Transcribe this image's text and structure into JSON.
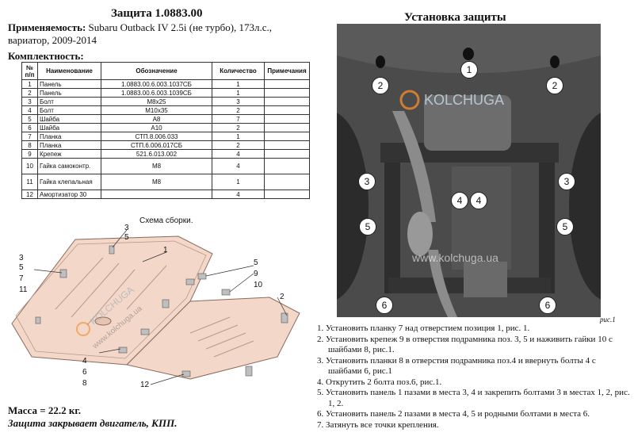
{
  "header": {
    "title": "Защита 1.0883.00",
    "applicability_label": "Применяемость:",
    "applicability_text": "Subaru Outback IV 2.5i (не турбо), 173л.с., вариатор, 2009-2014",
    "kit_label": "Комплектность:"
  },
  "parts_table": {
    "columns": [
      "№ п/п",
      "Наименование",
      "Обозначение",
      "Количество",
      "Примечания"
    ],
    "rows": [
      {
        "n": "1",
        "name": "Панель",
        "code": "1.0883.00.6.003.1037СБ",
        "qty": "1",
        "note": ""
      },
      {
        "n": "2",
        "name": "Панель",
        "code": "1.0883.00.6.003.1039СБ",
        "qty": "1",
        "note": ""
      },
      {
        "n": "3",
        "name": "Болт",
        "code": "М8х25",
        "qty": "3",
        "note": ""
      },
      {
        "n": "4",
        "name": "Болт",
        "code": "М10х35",
        "qty": "2",
        "note": ""
      },
      {
        "n": "5",
        "name": "Шайба",
        "code": "А8",
        "qty": "7",
        "note": ""
      },
      {
        "n": "6",
        "name": "Шайба",
        "code": "А10",
        "qty": "2",
        "note": ""
      },
      {
        "n": "7",
        "name": "Планка",
        "code": "СТП.8.006.033",
        "qty": "1",
        "note": ""
      },
      {
        "n": "8",
        "name": "Планка",
        "code": "СТП.6.006.017СБ",
        "qty": "2",
        "note": ""
      },
      {
        "n": "9",
        "name": "Крепеж",
        "code": "521.6.013.002",
        "qty": "4",
        "note": ""
      },
      {
        "n": "10",
        "name": "Гайка самоконтр.",
        "code": "М8",
        "qty": "4",
        "note": ""
      },
      {
        "n": "11",
        "name": "Гайка клепальная",
        "code": "М8",
        "qty": "1",
        "note": ""
      },
      {
        "n": "12",
        "name": "Амортизатор 30",
        "code": "",
        "qty": "4",
        "note": ""
      }
    ]
  },
  "assembly": {
    "caption": "Схема сборки.",
    "labels": {
      "l1": "1",
      "l2": "2",
      "l3a": "3",
      "l5a": "5",
      "left_group": [
        "3",
        "5",
        "7",
        "11"
      ],
      "right_group": [
        "5",
        "9",
        "10"
      ],
      "bottom_group": [
        "4",
        "6",
        "8"
      ],
      "l12": "12"
    },
    "watermark_site": "www.kolchuga.ua",
    "watermark_brand": "KOLCHUGA"
  },
  "footer": {
    "mass": "Масса = 22.2 кг.",
    "protects": "Защита закрывает двигатель, КПП."
  },
  "install": {
    "title": "Установка защиты",
    "figure_label": "рис.1",
    "watermark_brand": "KOLCHUGA",
    "watermark_site": "www.kolchuga.ua",
    "callouts": [
      "1",
      "2",
      "2",
      "3",
      "3",
      "4",
      "4",
      "5",
      "5",
      "6",
      "6"
    ],
    "steps": [
      "1. Установить планку 7 над отверстием позиция 1, рис. 1.",
      "2. Установить крепеж 9 в отверстия подрамника поз. 3, 5 и наживить гайки 10 с шайбами 8, рис.1.",
      "3. Установить планки 8 в отверстия подрамника поз.4 и ввернуть болты 4 с шайбами 6, рис.1",
      "4. Открутить 2 болта поз.6, рис.1.",
      "5. Установить панель 1 пазами в места 3, 4 и закрепить болтами 3 в местах 1, 2, рис. 1, 2.",
      "6. Установить панель 2 пазами в места 4, 5 и родными болтами в места 6.",
      "7. Затянуть все точки крепления."
    ]
  },
  "colors": {
    "plate": "#f3d7c8",
    "plate_edge": "#8a6a5c",
    "photo_bg": "#4a4a4a",
    "brand_orange": "#f08a2c"
  }
}
